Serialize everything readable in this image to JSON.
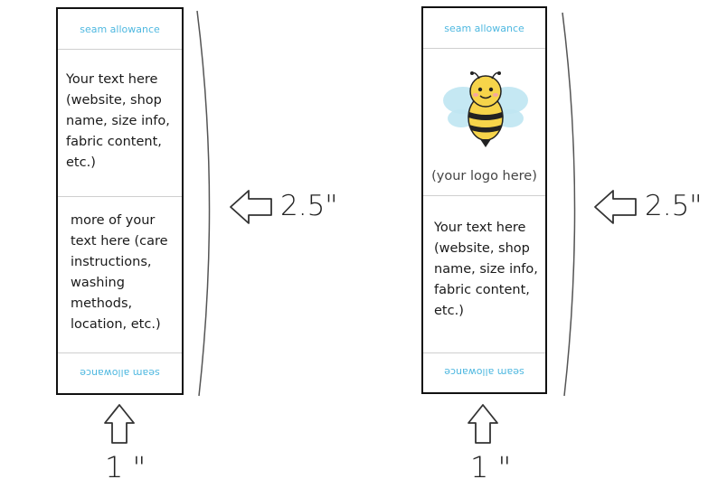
{
  "labels": [
    {
      "seam_top": "seam allowance",
      "top_text": "Your text here\n(website, shop\nname, size info,\nfabric content,\netc.)",
      "bottom_text": "more of your\ntext here (care\ninstructions,\nwashing\nmethods,\nlocation, etc.)",
      "seam_bottom": "seam allowance",
      "height_label": "2.5\"",
      "width_label": "1 \""
    },
    {
      "seam_top": "seam allowance",
      "logo_caption": "(your logo here)",
      "bottom_text": "Your text here\n(website, shop\nname, size info,\nfabric content,\netc.)",
      "seam_bottom": "seam allowance",
      "height_label": "2.5\"",
      "width_label": "1 \""
    }
  ],
  "colors": {
    "seam_text": "#4fb8e0",
    "border": "#111111",
    "fold_line": "#cfcfcf",
    "bee_yellow": "#f6d44a",
    "bee_wings": "#bfe6f2"
  },
  "icons": [
    "bee-logo-icon",
    "arrow-left-icon",
    "arrow-up-icon",
    "brace-curve-icon"
  ]
}
